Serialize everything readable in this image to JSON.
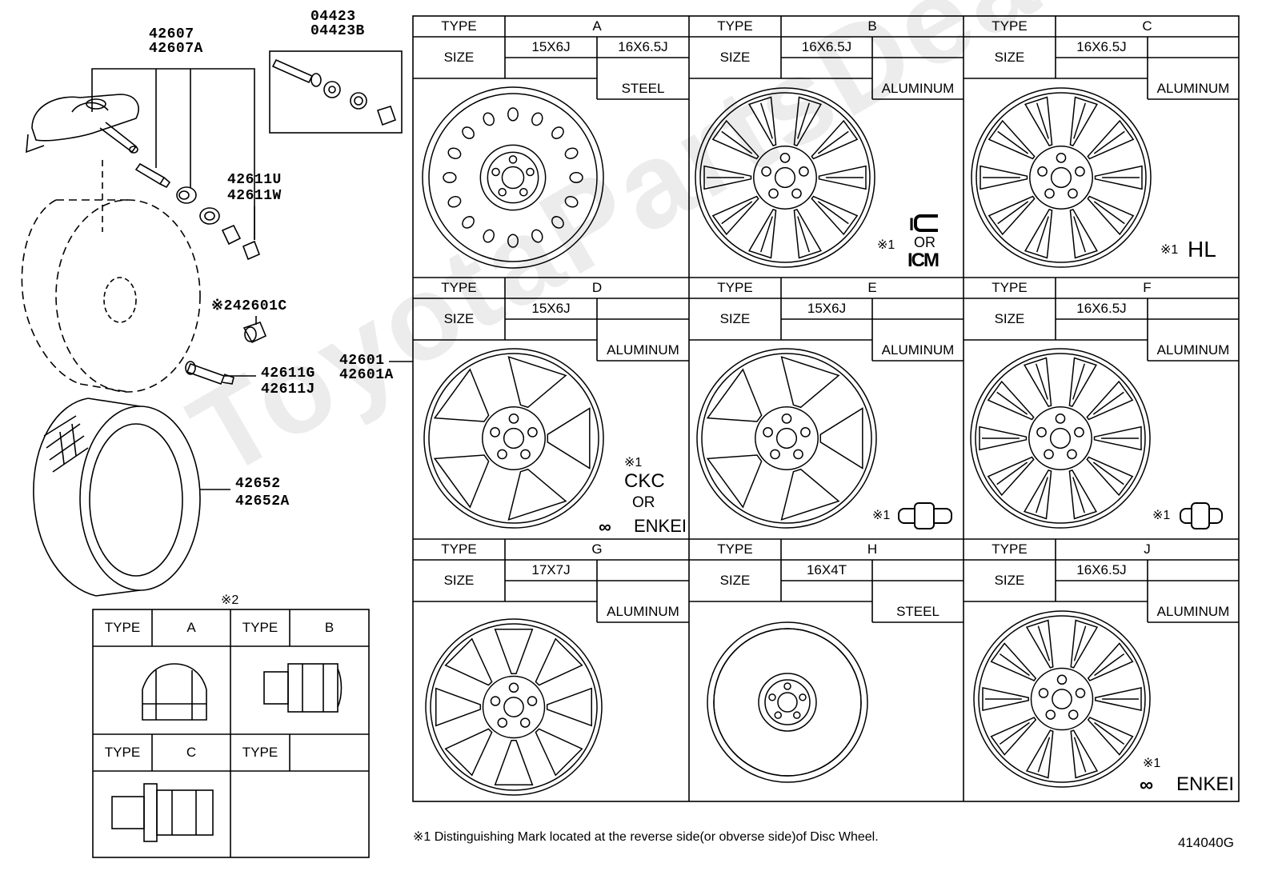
{
  "parts": {
    "p42607": "42607",
    "p42607A": "42607A",
    "p04423": "04423",
    "p04423B": "04423B",
    "p42611U": "42611U",
    "p42611W": "42611W",
    "p42601C": "※242601C",
    "p42611G": "42611G",
    "p42611J": "42611J",
    "p42652": "42652",
    "p42652A": "42652A",
    "p42601": "42601",
    "p42601A": "42601A"
  },
  "nut_table": {
    "note": "※2",
    "type_label": "TYPE",
    "types": [
      "A",
      "B",
      "C",
      ""
    ]
  },
  "wheel_table": {
    "type_label": "TYPE",
    "size_label": "SIZE",
    "wheels": [
      {
        "type": "A",
        "size1": "15X6J",
        "size2": "16X6.5J",
        "material": "STEEL",
        "mark": ""
      },
      {
        "type": "B",
        "size1": "16X6.5J",
        "size2": "",
        "material": "ALUMINUM",
        "mark": "※1"
      },
      {
        "type": "C",
        "size1": "16X6.5J",
        "size2": "",
        "material": "ALUMINUM",
        "mark": "※1"
      },
      {
        "type": "D",
        "size1": "15X6J",
        "size2": "",
        "material": "ALUMINUM",
        "mark": "※1"
      },
      {
        "type": "E",
        "size1": "15X6J",
        "size2": "",
        "material": "ALUMINUM",
        "mark": "※1"
      },
      {
        "type": "F",
        "size1": "16X6.5J",
        "size2": "",
        "material": "ALUMINUM",
        "mark": "※1"
      },
      {
        "type": "G",
        "size1": "17X7J",
        "size2": "",
        "material": "ALUMINUM",
        "mark": ""
      },
      {
        "type": "H",
        "size1": "16X4T",
        "size2": "",
        "material": "STEEL",
        "mark": ""
      },
      {
        "type": "J",
        "size1": "16X6.5J",
        "size2": "",
        "material": "ALUMINUM",
        "mark": "※1"
      }
    ]
  },
  "marks": {
    "b_or": "OR",
    "c_hl": "HL",
    "d_ckc": "CKC",
    "d_or": "OR",
    "d_enkei": "ENKEI",
    "j_enkei": "ENKEI"
  },
  "footnote": "※1 Distinguishing Mark located at the reverse side(or obverse side)of Disc Wheel.",
  "diagram_id": "414040G",
  "watermark": "ToyotaPartsDeal"
}
